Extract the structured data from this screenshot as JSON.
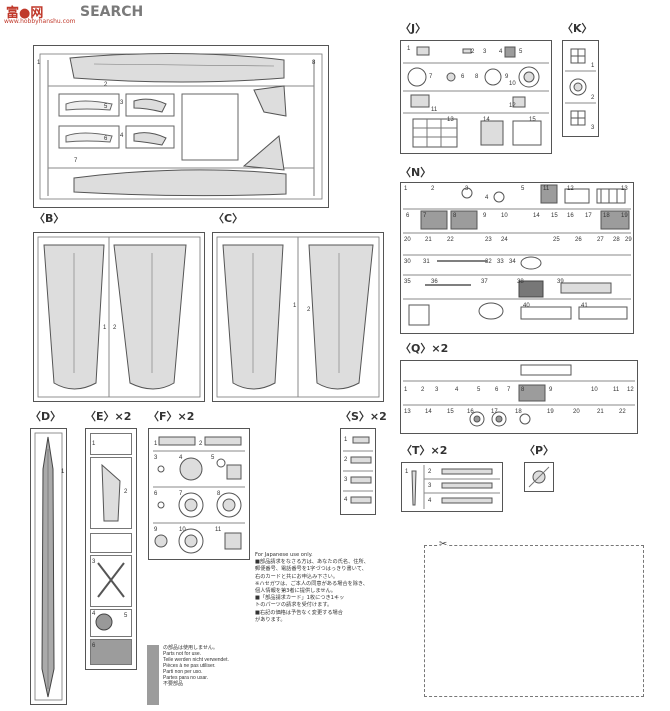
{
  "watermark": {
    "brand_cjk": "富●网",
    "search": "SEARCH",
    "url": "www.hobbyhanshu.com"
  },
  "sprues": {
    "A": {
      "label": "",
      "nums": [
        "1",
        "2",
        "3",
        "4",
        "5",
        "6",
        "7",
        "8"
      ]
    },
    "B": {
      "label": "〈B〉",
      "nums": [
        "1",
        "2"
      ]
    },
    "C": {
      "label": "〈C〉",
      "nums": [
        "1",
        "2"
      ]
    },
    "D": {
      "label": "〈D〉",
      "nums": [
        "1"
      ]
    },
    "E": {
      "label": "〈E〉×2",
      "nums": [
        "1",
        "2",
        "3",
        "4",
        "5",
        "6"
      ]
    },
    "F": {
      "label": "〈F〉×2",
      "nums": [
        "1",
        "2",
        "3",
        "4",
        "5",
        "6",
        "7",
        "8",
        "9",
        "10",
        "11"
      ]
    },
    "S": {
      "label": "〈S〉×2",
      "nums": [
        "1",
        "2",
        "3",
        "4"
      ]
    },
    "T": {
      "label": "〈T〉×2",
      "nums": [
        "1",
        "2",
        "3",
        "4"
      ]
    },
    "P": {
      "label": "〈P〉"
    },
    "J": {
      "label": "〈J〉",
      "nums": [
        "1",
        "2",
        "3",
        "4",
        "5",
        "6",
        "7",
        "8",
        "9",
        "10",
        "11",
        "12",
        "13",
        "14",
        "15"
      ]
    },
    "K": {
      "label": "〈K〉",
      "nums": [
        "1",
        "2",
        "3"
      ]
    },
    "N": {
      "label": "〈N〉",
      "nums": [
        "1",
        "2",
        "3",
        "4",
        "5",
        "6",
        "7",
        "8",
        "9",
        "10",
        "11",
        "12",
        "13",
        "14",
        "15",
        "16",
        "17",
        "18",
        "19",
        "20",
        "21",
        "22",
        "23",
        "24",
        "25",
        "26",
        "27",
        "28",
        "29",
        "30",
        "31",
        "32",
        "33",
        "34",
        "35",
        "36",
        "37",
        "38",
        "39",
        "40",
        "41"
      ]
    },
    "Q": {
      "label": "〈Q〉×2",
      "nums": [
        "1",
        "2",
        "3",
        "4",
        "5",
        "6",
        "7",
        "8",
        "9",
        "10",
        "11",
        "12",
        "13",
        "14",
        "15",
        "16",
        "17",
        "18",
        "19",
        "20",
        "21",
        "22"
      ]
    }
  },
  "japanese_notice": {
    "heading": "For Japanese use only.",
    "lines": [
      "■部品請求をなさる方は、あなたの氏名、住所、",
      "郵便番号、電話番号を1字づつはっきり書いて、",
      "右のカードと共にお申込み下さい。",
      "※ハセガワは、ご本人の同意がある場合を除き、",
      "個人情報を第3者に提供しません。",
      "■「部品請求カード」1枚につき1キッ",
      "トのパーツの請求を受付けます。",
      "■右記の価格は予告なく変更する場合",
      "があります。"
    ]
  },
  "unused_notice": {
    "lines": [
      "の部品は使用しません。",
      "Parts not for use.",
      "Teile werden nicht verwendet.",
      "Pièces à ne pas utiliser.",
      "Parti non per uso.",
      "Partes para no usar.",
      "不要部品"
    ]
  },
  "colors": {
    "frame": "#555555",
    "unused_gray": "#9c9c9c",
    "watermark_red": "#c0392b"
  }
}
